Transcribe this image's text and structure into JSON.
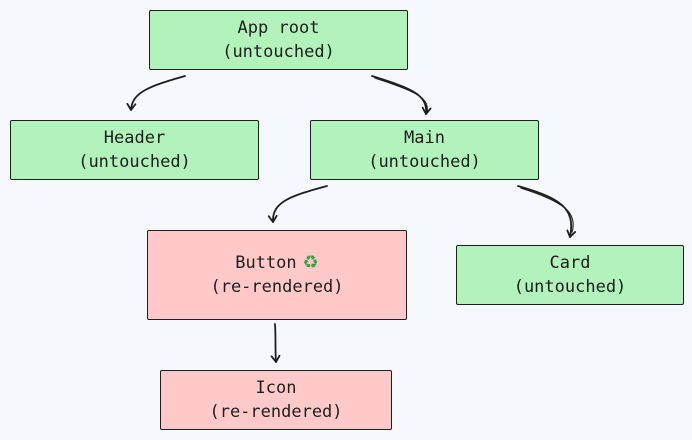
{
  "nodes": {
    "app_root": {
      "name": "App root",
      "status": "(untouched)",
      "state": "untouched"
    },
    "header": {
      "name": "Header",
      "status": "(untouched)",
      "state": "untouched"
    },
    "main": {
      "name": "Main",
      "status": "(untouched)",
      "state": "untouched"
    },
    "button": {
      "name": "Button",
      "status": "(re-rendered)",
      "state": "re-rendered",
      "icon": "recycle-icon",
      "icon_glyph": "♻"
    },
    "card": {
      "name": "Card",
      "status": "(untouched)",
      "state": "untouched"
    },
    "icon": {
      "name": "Icon",
      "status": "(re-rendered)",
      "state": "re-rendered"
    }
  },
  "edges": [
    {
      "from": "App root",
      "to": "Header"
    },
    {
      "from": "App root",
      "to": "Main"
    },
    {
      "from": "Main",
      "to": "Button"
    },
    {
      "from": "Main",
      "to": "Card"
    },
    {
      "from": "Button",
      "to": "Icon"
    }
  ],
  "colors": {
    "untouched": "#b2f2bb",
    "re_rendered": "#ffc9c9",
    "stroke": "#1e1e1e",
    "background": "#f5f8fc"
  }
}
